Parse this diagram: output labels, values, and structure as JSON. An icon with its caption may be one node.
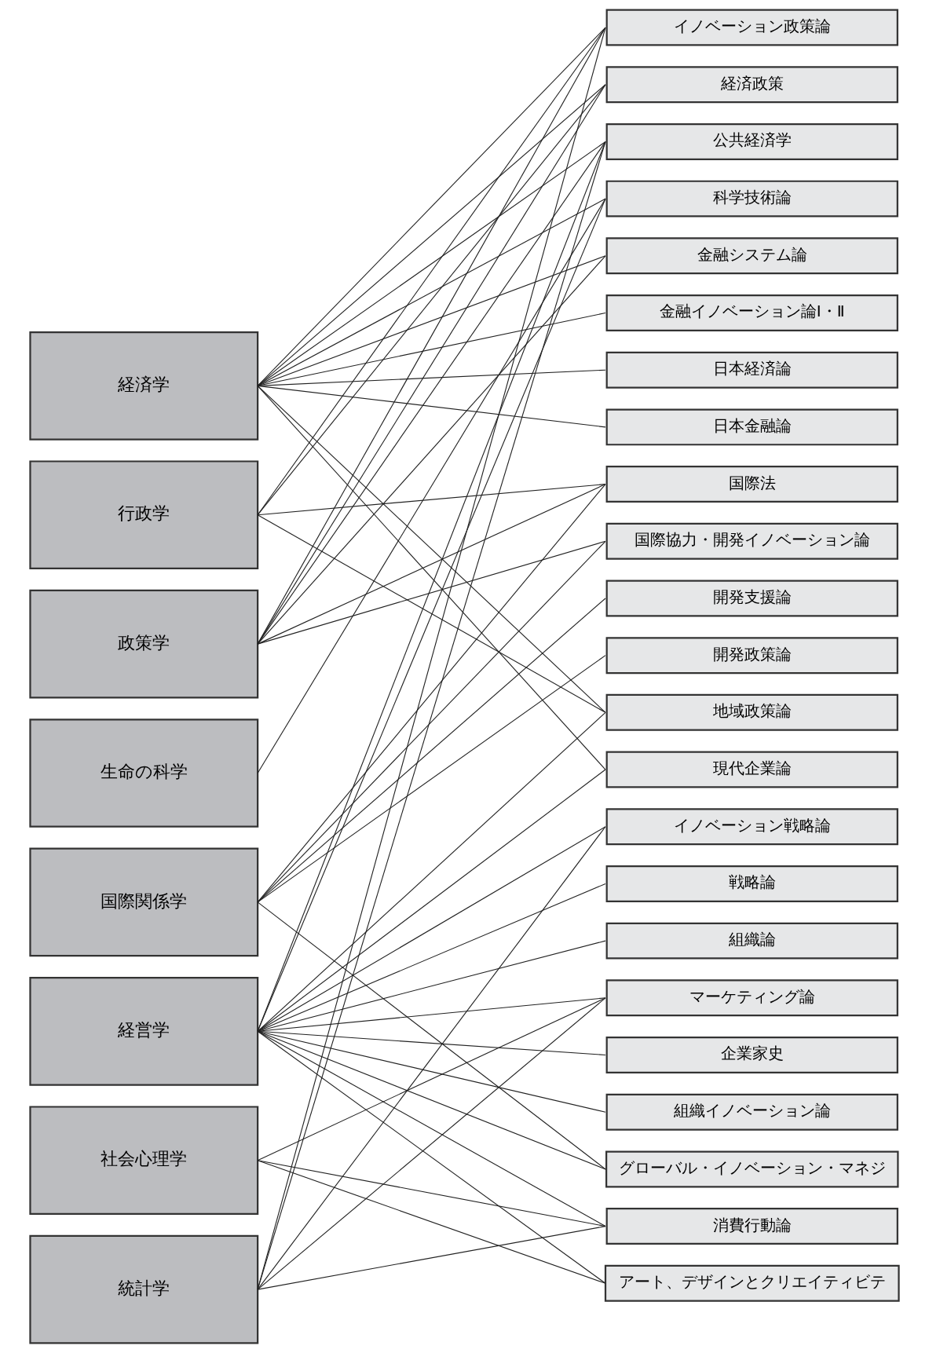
{
  "diagram": {
    "nodes": [
      {
        "text": [
          "経済学"
        ]
      },
      {
        "text": [
          "行政学"
        ]
      },
      {
        "text": [
          "政策学"
        ]
      },
      {
        "text": [
          "生命の科学"
        ]
      },
      {
        "text": [
          "国際関係学"
        ]
      },
      {
        "text": [
          "経営学"
        ]
      },
      {
        "text": [
          "社会心理学"
        ]
      },
      {
        "text": [
          "統計学"
        ]
      },
      {
        "text": [
          "イノベーション政策論"
        ]
      },
      {
        "text": [
          "経済政策"
        ]
      },
      {
        "text": [
          "公共経済学"
        ]
      },
      {
        "text": [
          "科学技術論"
        ]
      },
      {
        "text": [
          "金融システム論"
        ]
      },
      {
        "text": [
          "金融イノベーション論Ⅰ・Ⅱ"
        ]
      },
      {
        "text": [
          "日本経済論"
        ]
      },
      {
        "text": [
          "日本金融論"
        ]
      },
      {
        "text": [
          "国際法"
        ]
      },
      {
        "text": [
          "国際協力・開発イノベーション論"
        ]
      },
      {
        "text": [
          "開発支援論"
        ]
      },
      {
        "text": [
          "開発政策論"
        ]
      },
      {
        "text": [
          "地域政策論"
        ]
      },
      {
        "text": [
          "現代企業論"
        ]
      },
      {
        "text": [
          "イノベーション戦略論"
        ]
      },
      {
        "text": [
          "戦略論"
        ]
      },
      {
        "text": [
          "組織論"
        ]
      },
      {
        "text": [
          "マーケティング論"
        ]
      },
      {
        "text": [
          "企業家史"
        ]
      },
      {
        "text": [
          "組織イノベーション論"
        ]
      },
      {
        "text": [
          "グローバル・イノベーション・マネジ"
        ]
      },
      {
        "text": [
          "消費行動論"
        ]
      },
      {
        "text": [
          "アート、デザインとクリエイティビテ"
        ]
      }
    ],
    "edges": [
      {
        "from": 0,
        "to": 8,
        "arrow": "none"
      },
      {
        "from": 0,
        "to": 9,
        "arrow": "none"
      },
      {
        "from": 0,
        "to": 10,
        "arrow": "none"
      },
      {
        "from": 0,
        "to": 11,
        "arrow": "none"
      },
      {
        "from": 0,
        "to": 12,
        "arrow": "none"
      },
      {
        "from": 0,
        "to": 13,
        "arrow": "none"
      },
      {
        "from": 0,
        "to": 14,
        "arrow": "none"
      },
      {
        "from": 0,
        "to": 15,
        "arrow": "none"
      },
      {
        "from": 0,
        "to": 20,
        "arrow": "none"
      },
      {
        "from": 0,
        "to": 21,
        "arrow": "none"
      },
      {
        "from": 1,
        "to": 8,
        "arrow": "none"
      },
      {
        "from": 1,
        "to": 9,
        "arrow": "none"
      },
      {
        "from": 1,
        "to": 16,
        "arrow": "none"
      },
      {
        "from": 1,
        "to": 20,
        "arrow": "none"
      },
      {
        "from": 2,
        "to": 8,
        "arrow": "none"
      },
      {
        "from": 2,
        "to": 9,
        "arrow": "none"
      },
      {
        "from": 2,
        "to": 10,
        "arrow": "none"
      },
      {
        "from": 2,
        "to": 12,
        "arrow": "none"
      },
      {
        "from": 2,
        "to": 16,
        "arrow": "none"
      },
      {
        "from": 2,
        "to": 17,
        "arrow": "none"
      },
      {
        "from": 3,
        "to": 11,
        "arrow": "none"
      },
      {
        "from": 4,
        "to": 16,
        "arrow": "none"
      },
      {
        "from": 4,
        "to": 17,
        "arrow": "none"
      },
      {
        "from": 4,
        "to": 18,
        "arrow": "none"
      },
      {
        "from": 4,
        "to": 19,
        "arrow": "none"
      },
      {
        "from": 4,
        "to": 28,
        "arrow": "none"
      },
      {
        "from": 5,
        "to": 10,
        "arrow": "none"
      },
      {
        "from": 5,
        "to": 11,
        "arrow": "none"
      },
      {
        "from": 5,
        "to": 20,
        "arrow": "none"
      },
      {
        "from": 5,
        "to": 21,
        "arrow": "none"
      },
      {
        "from": 5,
        "to": 22,
        "arrow": "none"
      },
      {
        "from": 5,
        "to": 23,
        "arrow": "none"
      },
      {
        "from": 5,
        "to": 24,
        "arrow": "none"
      },
      {
        "from": 5,
        "to": 25,
        "arrow": "none"
      },
      {
        "from": 5,
        "to": 26,
        "arrow": "none"
      },
      {
        "from": 5,
        "to": 27,
        "arrow": "none"
      },
      {
        "from": 5,
        "to": 28,
        "arrow": "none"
      },
      {
        "from": 5,
        "to": 29,
        "arrow": "none"
      },
      {
        "from": 5,
        "to": 30,
        "arrow": "none"
      },
      {
        "from": 6,
        "to": 25,
        "arrow": "none"
      },
      {
        "from": 6,
        "to": 29,
        "arrow": "none"
      },
      {
        "from": 6,
        "to": 30,
        "arrow": "none"
      },
      {
        "from": 7,
        "to": 8,
        "arrow": "none"
      },
      {
        "from": 7,
        "to": 10,
        "arrow": "none"
      },
      {
        "from": 7,
        "to": 22,
        "arrow": "none"
      },
      {
        "from": 7,
        "to": 25,
        "arrow": "none"
      },
      {
        "from": 7,
        "to": 29,
        "arrow": "none"
      }
    ]
  }
}
